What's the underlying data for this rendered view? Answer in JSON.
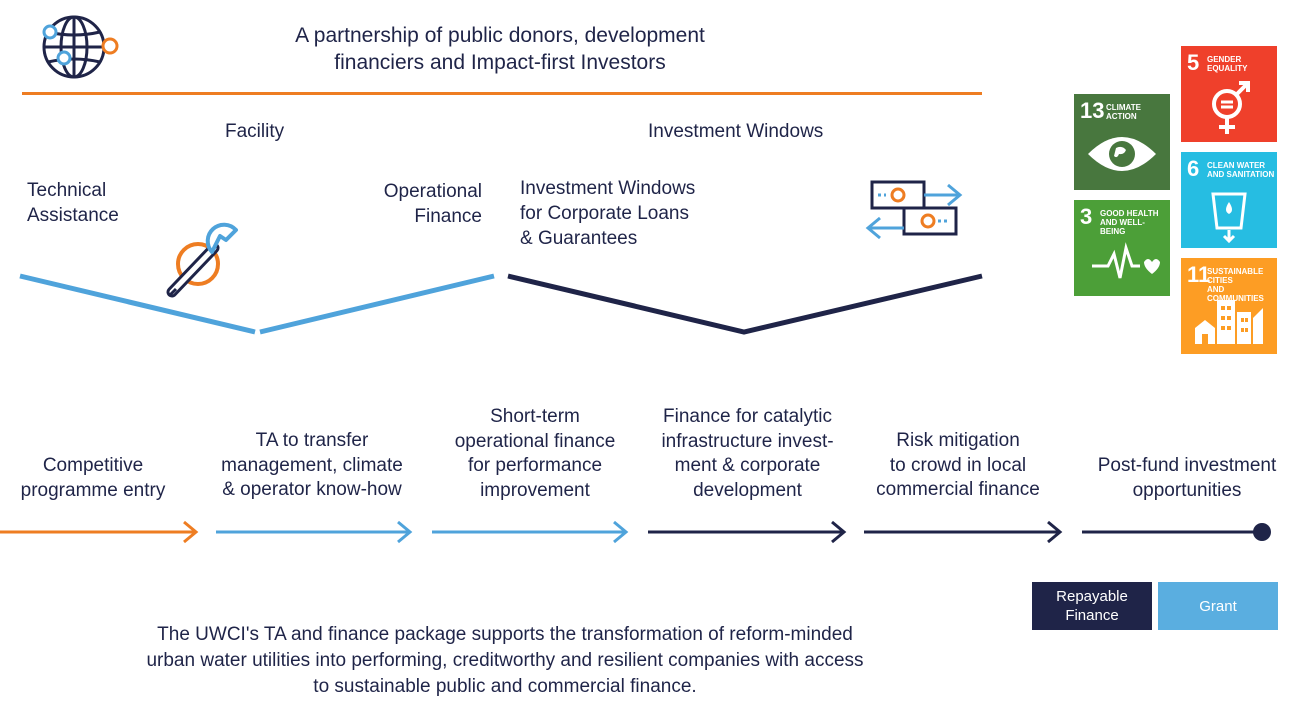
{
  "title": {
    "line1": "A partnership of public donors, development",
    "line2": "financiers and Impact-first Investors"
  },
  "sections": {
    "facility": "Facility",
    "investment_windows": "Investment Windows"
  },
  "labels": {
    "technical_assistance": [
      "Technical",
      "Assistance"
    ],
    "operational_finance": [
      "Operational",
      "Finance"
    ],
    "investment_windows_detail": [
      "Investment Windows",
      "for Corporate Loans",
      "& Guarantees"
    ]
  },
  "steps": [
    {
      "lines": [
        "Competitive",
        "programme entry"
      ],
      "arrow_color": "#ee7d22"
    },
    {
      "lines": [
        "TA to transfer",
        "management, climate",
        "& operator know-how"
      ],
      "arrow_color": "#4fa3db"
    },
    {
      "lines": [
        "Short-term",
        "operational finance",
        "for performance",
        "improvement"
      ],
      "arrow_color": "#4fa3db"
    },
    {
      "lines": [
        "Finance for catalytic",
        "infrastructure invest-",
        "ment & corporate",
        "development"
      ],
      "arrow_color": "#1f2448"
    },
    {
      "lines": [
        "Risk mitigation",
        "to crowd in local",
        "commercial finance"
      ],
      "arrow_color": "#1f2448"
    },
    {
      "lines": [
        "Post-fund investment",
        "opportunities"
      ],
      "arrow_color": "#1f2448"
    }
  ],
  "legend": {
    "repayable": [
      "Repayable",
      "Finance"
    ],
    "grant": "Grant",
    "repayable_color": "#1f2448",
    "grant_color": "#5aaee0"
  },
  "summary": {
    "line1": "The UWCI's TA and finance package supports the transformation of reform-minded",
    "line2": "urban water utilities into performing, creditworthy and resilient companies with access",
    "line3": "to sustainable public and commercial finance."
  },
  "sdgs": [
    {
      "number": "13",
      "name": [
        "CLIMATE",
        "ACTION"
      ],
      "color": "#48773e",
      "icon": "eye-earth-icon"
    },
    {
      "number": "3",
      "name": [
        "GOOD HEALTH",
        "AND WELL-BEING"
      ],
      "color": "#4c9f38",
      "icon": "heartbeat-icon"
    },
    {
      "number": "5",
      "name": [
        "GENDER",
        "EQUALITY"
      ],
      "color": "#ef402b",
      "icon": "gender-equality-icon"
    },
    {
      "number": "6",
      "name": [
        "CLEAN WATER",
        "AND SANITATION"
      ],
      "color": "#26bde2",
      "icon": "water-glass-icon"
    },
    {
      "number": "11",
      "name": [
        "SUSTAINABLE CITIES",
        "AND COMMUNITIES"
      ],
      "color": "#fd9d24",
      "icon": "city-buildings-icon"
    }
  ],
  "colors": {
    "orange": "#ee7d22",
    "light_blue": "#4fa3db",
    "navy": "#1f2448"
  }
}
